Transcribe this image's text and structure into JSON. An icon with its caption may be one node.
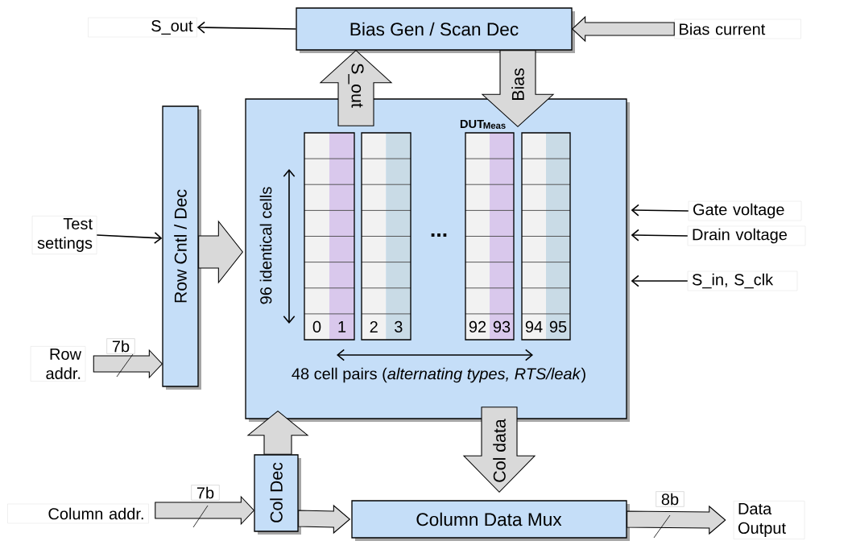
{
  "diagram": {
    "nodes": [
      {
        "text": [
          "Bias Gen / Scan Dec"
        ]
      },
      {
        "text": [
          "96 identical cells",
          "48 cell pairs (*alternating types, RTS/leak*)"
        ]
      },
      {
        "text": [
          "Row Cntl / Dec"
        ]
      },
      {
        "text": [
          "Col Dec"
        ]
      },
      {
        "text": [
          "Column Data Mux"
        ]
      },
      {
        "text": [
          "S_out"
        ]
      },
      {
        "text": [
          "Bias current"
        ]
      },
      {
        "text": [
          "Test settings"
        ]
      },
      {
        "text": [
          "Row addr."
        ]
      },
      {
        "text": [
          "Gate voltage"
        ]
      },
      {
        "text": [
          "Drain voltage"
        ]
      },
      {
        "text": [
          "S_in, S_clk"
        ]
      },
      {
        "text": [
          "Column addr."
        ]
      },
      {
        "text": [
          "Data Output"
        ]
      },
      {
        "text": [
          "0",
          "1"
        ],
        "in": 1
      },
      {
        "text": [
          "2",
          "3"
        ],
        "in": 1
      },
      {
        "text": [
          "92",
          "93"
        ],
        "in": 1
      },
      {
        "text": [
          "94",
          "95"
        ],
        "in": 1
      }
    ],
    "edges": [
      {
        "from": 0,
        "to": 5,
        "arrow": "to"
      },
      {
        "from": 6,
        "to": 0,
        "arrow": "to",
        "style": "thick"
      },
      {
        "from": 1,
        "to": 0,
        "arrow": "to",
        "style": "thick",
        "label": "S_out"
      },
      {
        "from": 0,
        "to": 1,
        "arrow": "to",
        "style": "thick",
        "label": "Bias"
      },
      {
        "from": 7,
        "to": 2,
        "arrow": "to"
      },
      {
        "from": 2,
        "to": 1,
        "arrow": "to",
        "style": "thick"
      },
      {
        "from": 8,
        "to": 2,
        "arrow": "to",
        "style": "thick",
        "label": "7b"
      },
      {
        "from": 9,
        "to": 1,
        "arrow": "to"
      },
      {
        "from": 10,
        "to": 1,
        "arrow": "to"
      },
      {
        "from": 11,
        "to": 1,
        "arrow": "to"
      },
      {
        "from": 3,
        "to": 1,
        "arrow": "to",
        "style": "thick"
      },
      {
        "from": 12,
        "to": 3,
        "arrow": "to",
        "style": "thick",
        "label": "7b"
      },
      {
        "from": 3,
        "to": 4,
        "arrow": "to",
        "style": "thick"
      },
      {
        "from": 1,
        "to": 4,
        "arrow": "to",
        "style": "thick",
        "label": "Col data"
      },
      {
        "from": 4,
        "to": 13,
        "arrow": "to",
        "style": "thick",
        "label": "8b"
      }
    ],
    "labels": [
      "DUT",
      "Meas",
      "..."
    ]
  }
}
